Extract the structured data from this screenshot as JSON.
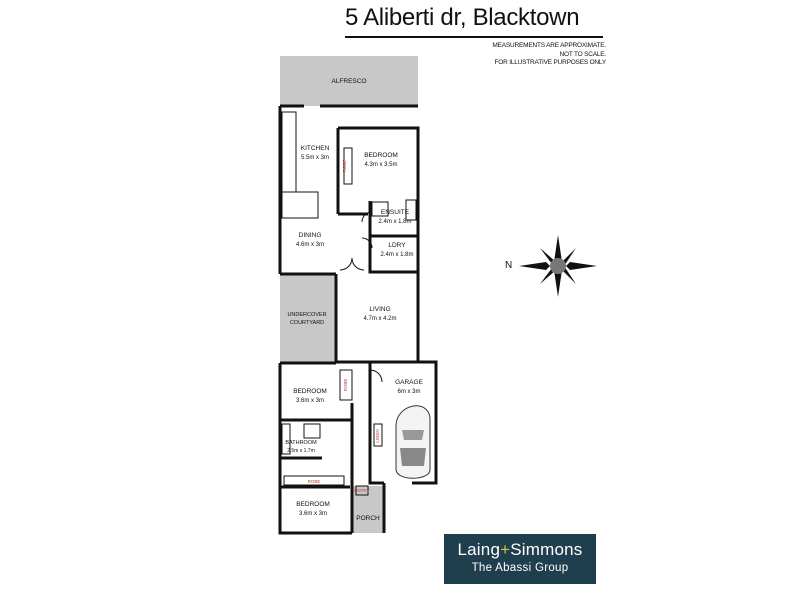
{
  "header": {
    "address": "5 Aliberti dr, Blacktown",
    "disclaimer_line1": "MEASUREMENTS ARE APPROXIMATE. NOT TO SCALE.",
    "disclaimer_line2": "FOR ILLUSTRATIVE PURPOSES ONLY"
  },
  "rooms": {
    "alfresco": {
      "name": "ALFRESCO"
    },
    "kitchen": {
      "name": "KITCHEN",
      "size": "5.5m x 3m"
    },
    "bedroom_top": {
      "name": "BEDROOM",
      "size": "4.3m x 3.5m"
    },
    "ensuite": {
      "name": "ENSUITE",
      "size": "2.4m x 1.8m"
    },
    "dining": {
      "name": "DINING",
      "size": "4.6m x 3m"
    },
    "ldry": {
      "name": "LDRY",
      "size": "2.4m x 1.8m"
    },
    "courtyard": {
      "name_line1": "UNDERCOVER",
      "name_line2": "COURTYARD"
    },
    "living": {
      "name": "LIVING",
      "size": "4.7m x 4.2m"
    },
    "bedroom_mid": {
      "name": "BEDROOM",
      "size": "3.6m x 3m"
    },
    "garage": {
      "name": "GARAGE",
      "size": "6m x 3m"
    },
    "bathroom": {
      "name": "BATHROOM",
      "size": "2.5m x 1.7m"
    },
    "bedroom_bottom": {
      "name": "BEDROOM",
      "size": "3.6m x 3m"
    },
    "porch": {
      "name": "PORCH"
    }
  },
  "small_labels": {
    "robe": "ROBE",
    "linen": "LINEN",
    "entry": "ENTRY"
  },
  "compass": {
    "label": "N"
  },
  "brand": {
    "name_part1": "Laing",
    "plus": "+",
    "name_part2": "Simmons",
    "subtitle": "The Abassi Group"
  },
  "colors": {
    "wall": "#111111",
    "outdoor": "#c8c8c8",
    "brand_bg": "#1f3f4f",
    "brand_accent": "#d9c341",
    "note_red": "#c0392b"
  }
}
